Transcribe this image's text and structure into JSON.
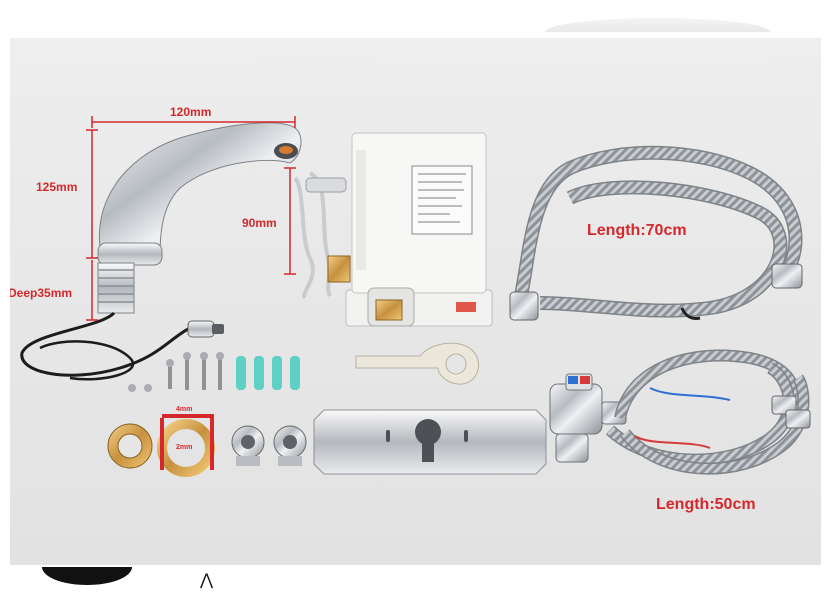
{
  "annotations": {
    "width_faucet": "120mm",
    "height_faucet": "125mm",
    "spout_height": "90mm",
    "base_depth": "Deep35mm",
    "hose_long": "Length:70cm",
    "hose_short": "Length:50cm",
    "inner_diameter": "4mm",
    "inner_small": "2mm"
  },
  "colors": {
    "annotation_red": "#d4282c",
    "background": "#e8e8e8",
    "chrome": "#c9ccd0",
    "teal_anchor": "#5fd0c4"
  }
}
